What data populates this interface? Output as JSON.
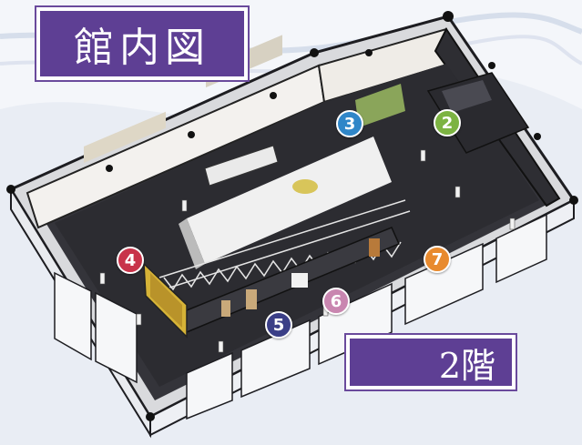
{
  "title": "館内図",
  "floor_label": "2階",
  "markers": [
    {
      "number": "2",
      "color": "#7cb342"
    },
    {
      "number": "3",
      "color": "#2f86c8"
    },
    {
      "number": "4",
      "color": "#c8334a"
    },
    {
      "number": "5",
      "color": "#3b3f87"
    },
    {
      "number": "6",
      "color": "#c986b0"
    },
    {
      "number": "7",
      "color": "#e88a2e"
    }
  ],
  "colors": {
    "title_purple": "#5e3f94",
    "floor_dark": "#2c2c31",
    "wall_light": "#f3f1ee"
  }
}
